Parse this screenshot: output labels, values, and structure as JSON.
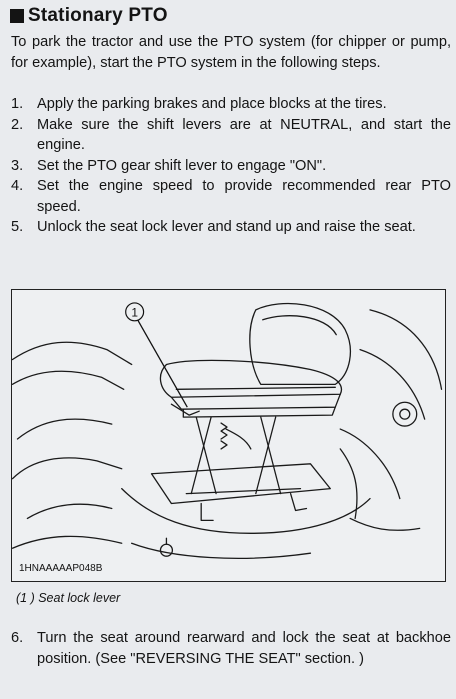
{
  "section": {
    "title": "Stationary PTO",
    "intro": "To park the tractor and use the PTO system (for chipper or pump, for example), start the PTO system in the following steps."
  },
  "steps": [
    {
      "num": "1.",
      "text": "Apply the parking brakes and place blocks at the tires."
    },
    {
      "num": "2.",
      "text": "Make sure the shift levers are at NEUTRAL, and start the engine."
    },
    {
      "num": "3.",
      "text": "Set the PTO gear shift lever to engage \"ON\"."
    },
    {
      "num": "4.",
      "text": "Set the engine speed to provide recommended rear PTO speed."
    },
    {
      "num": "5.",
      "text": "Unlock the seat lock lever and stand up and raise the seat."
    }
  ],
  "figure": {
    "callout": "1",
    "code": "1HNAAAAAP048B",
    "caption": "(1 ) Seat lock lever"
  },
  "step6": {
    "num": "6.",
    "text": "Turn the seat around rearward and lock the seat at backhoe position. (See \"REVERSING THE SEAT\" section. )"
  }
}
